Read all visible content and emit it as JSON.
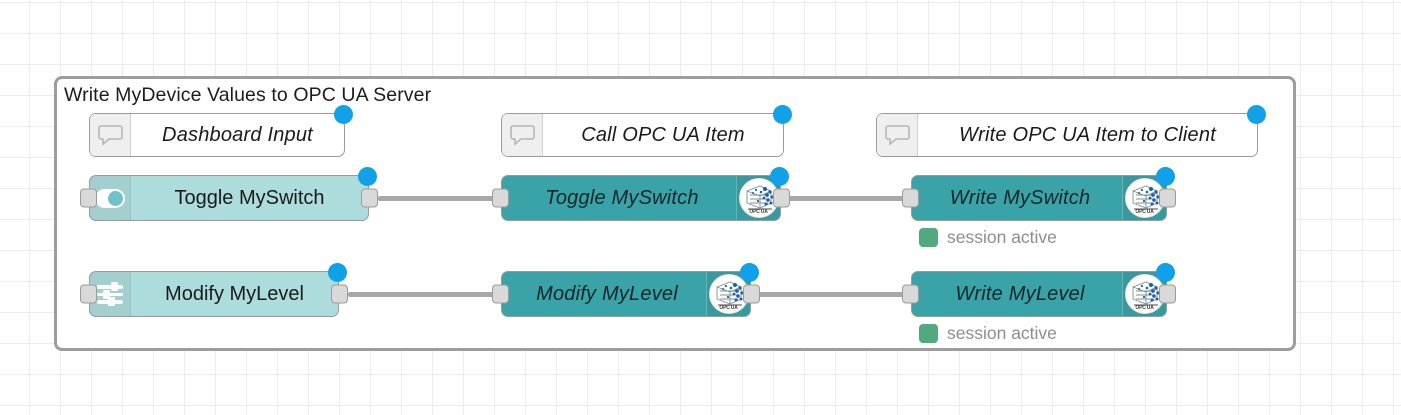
{
  "canvas": {
    "grid_size": 31,
    "grid_color": "#eceded",
    "background": "#ffffff"
  },
  "group": {
    "title": "Write MyDevice Values to OPC UA Server",
    "border_color": "#9d9d9d",
    "background": "#ffffff"
  },
  "colors": {
    "dashboard_node": "#addcdc",
    "opcua_node": "#3aa3a8",
    "selection_dot": "#10a1e8",
    "status_green": "#53a97e",
    "wire": "#a8a8a8",
    "port": "#d9d9d9"
  },
  "comments": [
    {
      "label": "Dashboard Input",
      "icon": "comment-icon"
    },
    {
      "label": "Call OPC UA Item",
      "icon": "comment-icon"
    },
    {
      "label": "Write OPC UA Item to Client",
      "icon": "comment-icon"
    }
  ],
  "rows": [
    {
      "input": {
        "label": "Toggle MySwitch",
        "icon": "toggle-switch-icon"
      },
      "call": {
        "label": "Toggle MySwitch",
        "icon": "opcua-logo-icon"
      },
      "write": {
        "label": "Write MySwitch",
        "icon": "opcua-logo-icon",
        "status": "session active"
      }
    },
    {
      "input": {
        "label": "Modify MyLevel",
        "icon": "sliders-icon"
      },
      "call": {
        "label": "Modify MyLevel",
        "icon": "opcua-logo-icon"
      },
      "write": {
        "label": "Write MyLevel",
        "icon": "opcua-logo-icon",
        "status": "session active"
      }
    }
  ]
}
